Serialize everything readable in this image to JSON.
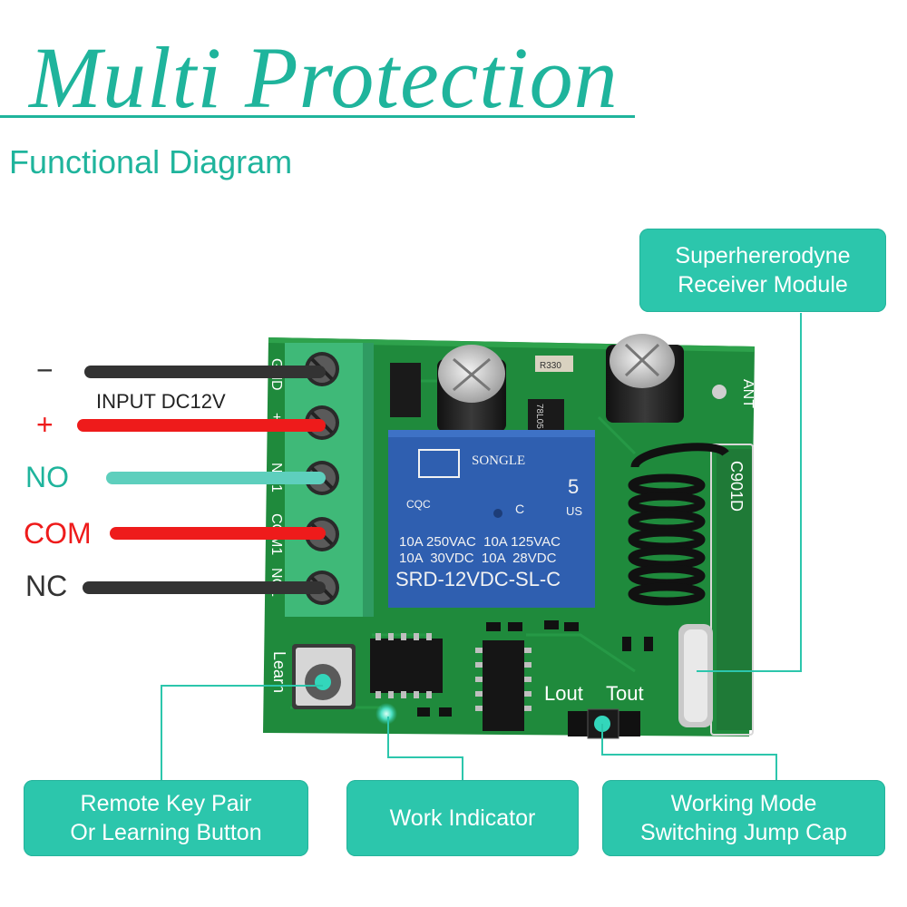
{
  "header": {
    "title": "Multi Protection",
    "subtitle": "Functional Diagram"
  },
  "callouts": {
    "receiver": [
      "Superhererodyne",
      "Receiver Module"
    ],
    "learn_button": [
      "Remote Key Pair",
      "Or Learning Button"
    ],
    "indicator": [
      "Work Indicator"
    ],
    "jump_cap": [
      "Working Mode",
      "Switching Jump Cap"
    ]
  },
  "wires": {
    "minus": "−",
    "plus": "+",
    "no": "NO",
    "com": "COM",
    "nc": "NC",
    "input": "INPUT DC12V"
  },
  "board": {
    "terminal_labels": [
      "GND",
      "+V",
      "NO1",
      "COM1",
      "NC1"
    ],
    "relay_brand": "SONGLE",
    "relay_badge": "5",
    "relay_us": "US",
    "relay_cqc": "CQC",
    "relay_c": "C",
    "relay_rating_1": "10A 250VAC  10A 125VAC",
    "relay_rating_2": "10A  30VDC  10A  28VDC",
    "relay_model": "SRD-12VDC-SL-C",
    "ant_label": "ANT",
    "module_label": "C901D",
    "resistor_label": "R330",
    "regulator_label": "78L05",
    "learn_label": "Learn",
    "lout_label": "Lout",
    "tout_label": "Tout"
  },
  "colors": {
    "accent": "#1fb49c",
    "callout_bg": "#2cc6ac",
    "pcb": "#1f8a3c",
    "terminal_block": "#3fb978",
    "relay": "#2f5fb0",
    "wire_black": "#333333",
    "wire_red": "#ee1b1b",
    "wire_teal": "#5ecfbd"
  }
}
